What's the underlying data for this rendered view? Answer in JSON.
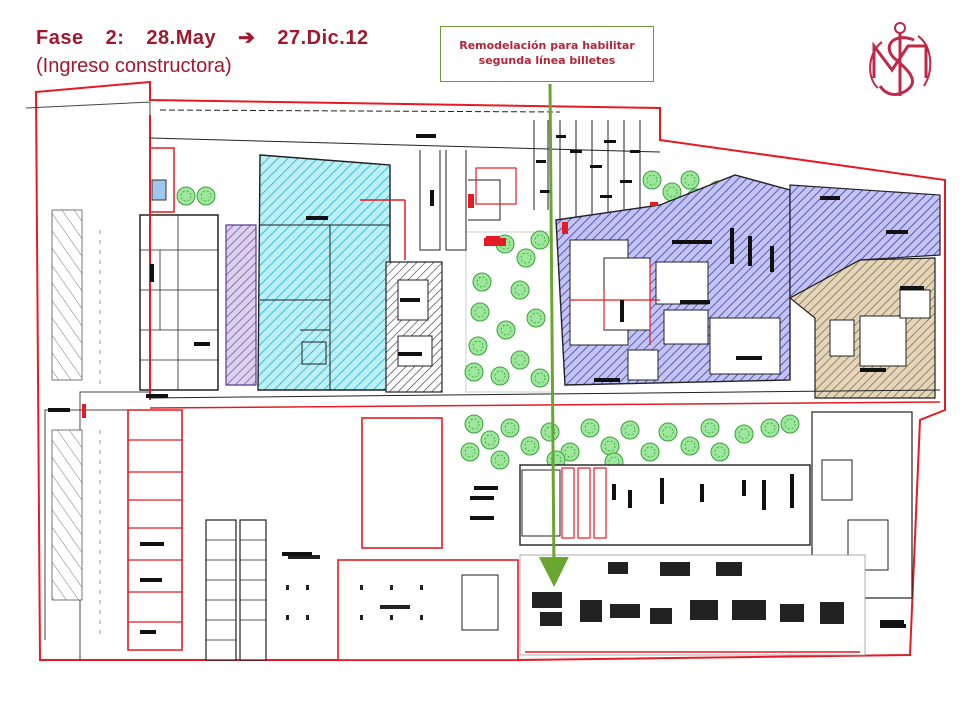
{
  "slide": {
    "title_parts": [
      "Fase",
      "2:",
      "28.May",
      "27.Dic.12"
    ],
    "arrow_symbol": "➔",
    "subtitle": "(Ingreso constructora)",
    "title_color": "#a0182f"
  },
  "callout": {
    "line1": "Remodelación para habilitar",
    "line2": "segunda línea billetes",
    "border_color": "#6e9a3e",
    "text_color": "#b0263a",
    "arrow_color": "#6aa532"
  },
  "logo": {
    "name": "monogram-logo",
    "color": "#c0284a"
  },
  "plan": {
    "zone_colors": {
      "cyan": "#7ad9e6",
      "purple": "#b09ad8",
      "blue_violet": "#8f8fe0",
      "tan": "#c7b08a",
      "green_trees": "#7fdc7f",
      "walls_red": "#e41b23",
      "lines": "#222222"
    }
  }
}
